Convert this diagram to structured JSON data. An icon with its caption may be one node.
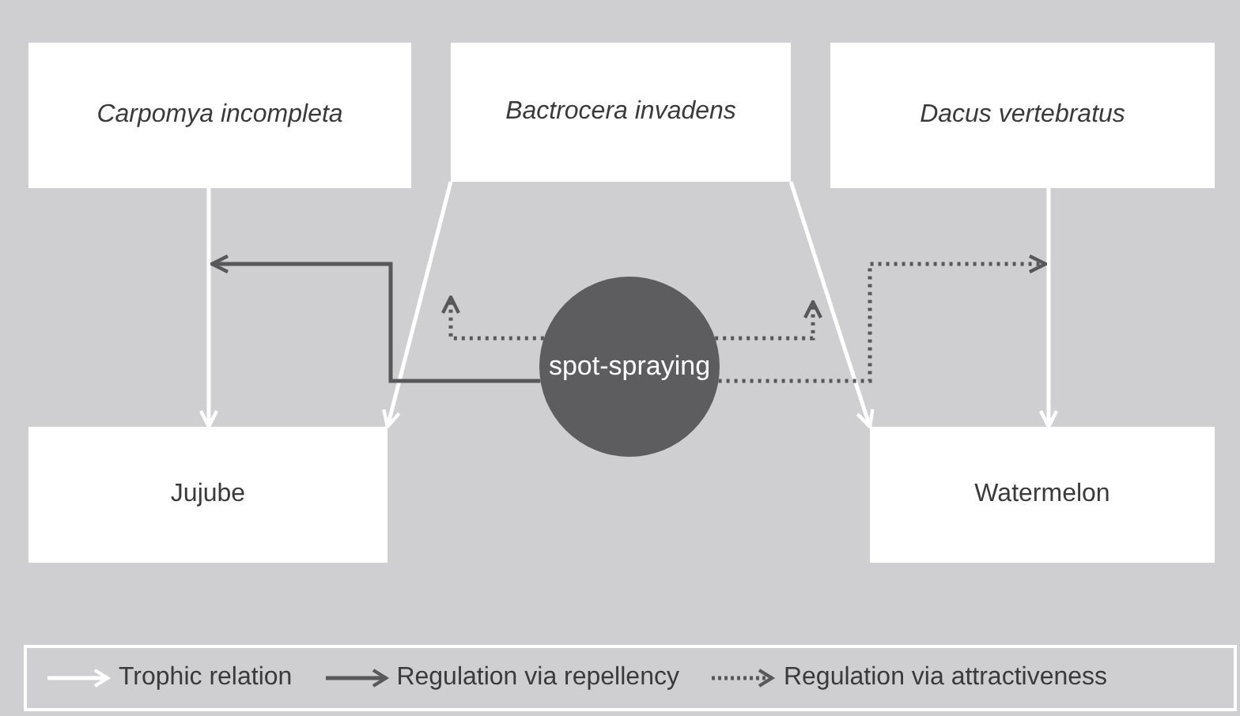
{
  "diagram": {
    "nodes": [
      {
        "text": [
          "Carpomya incompleta"
        ]
      },
      {
        "text": [
          "Bactrocera invadens"
        ]
      },
      {
        "text": [
          "Dacus vertebratus"
        ]
      },
      {
        "text": [
          "spot-spraying"
        ]
      },
      {
        "text": [
          "Jujube"
        ]
      },
      {
        "text": [
          "Watermelon"
        ]
      }
    ],
    "edges": [
      {
        "from": 0,
        "to": 4,
        "arrow": "to"
      },
      {
        "from": 1,
        "to": 4,
        "arrow": "to"
      },
      {
        "from": 1,
        "to": 5,
        "arrow": "to"
      },
      {
        "from": 2,
        "to": 5,
        "arrow": "to"
      },
      {
        "from": 3,
        "to": null,
        "arrow": "to",
        "color": "#58585a"
      },
      {
        "from": 3,
        "to": null,
        "arrow": "to",
        "style": "dashed",
        "color": "#58585a"
      },
      {
        "from": 3,
        "to": null,
        "arrow": "to",
        "style": "dashed",
        "color": "#58585a"
      },
      {
        "from": 3,
        "to": null,
        "arrow": "to",
        "style": "dashed",
        "color": "#58585a"
      }
    ],
    "legend": [
      {
        "text": "Trophic relation"
      },
      {
        "text": "Regulation via repellency"
      },
      {
        "text": "Regulation via attractiveness"
      }
    ]
  }
}
